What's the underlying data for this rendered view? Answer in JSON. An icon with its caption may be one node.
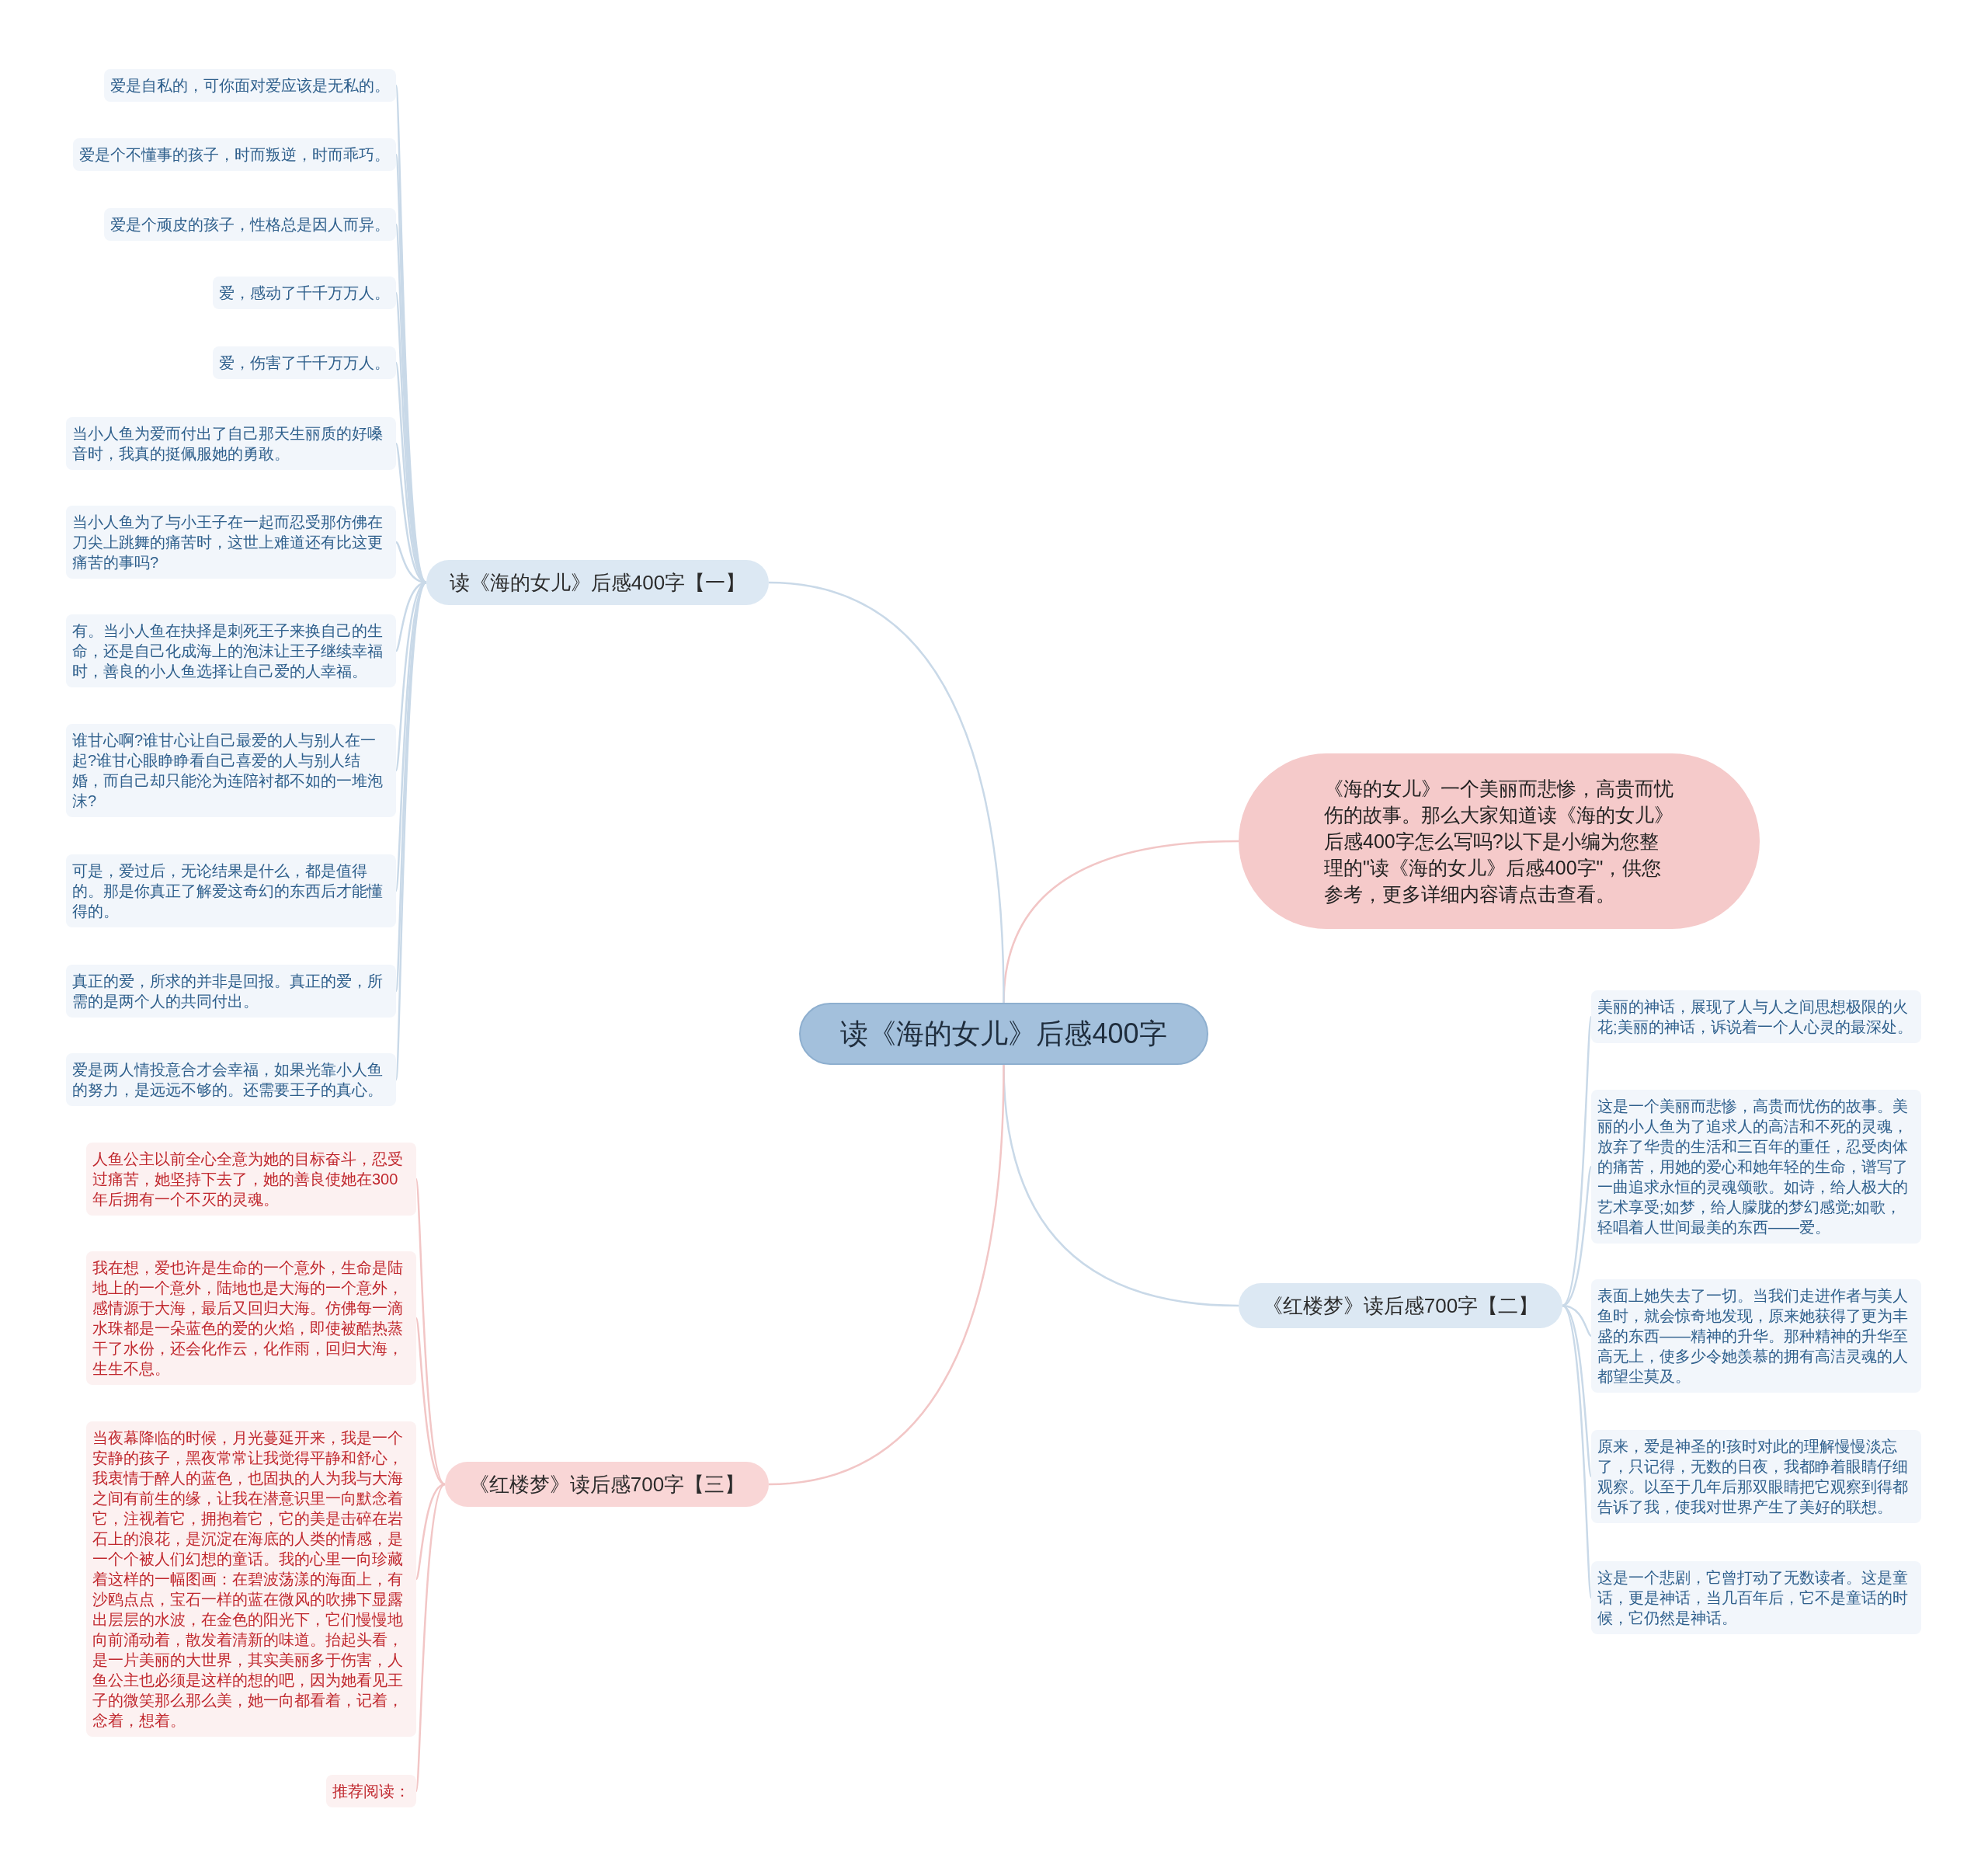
{
  "diagram": {
    "nodes": [
      {
        "text": [
          "读《海的女儿》后感400字"
        ]
      },
      {
        "text": [
          "《海的女儿》一个美丽而悲惨，高贵而忧伤的故事。那么大家知道读《海的女儿》后感400字怎么写吗?以下是小编为您整理的\"读《海的女儿》后感400字\"，供您参考，更多详细内容请点击查看。"
        ]
      },
      {
        "text": [
          "读《海的女儿》后感400字【一】"
        ]
      },
      {
        "text": [
          "爱是自私的，可你面对爱应该是无私的。"
        ]
      },
      {
        "text": [
          "爱是个不懂事的孩子，时而叛逆，时而乖巧。"
        ]
      },
      {
        "text": [
          "爱是个顽皮的孩子，性格总是因人而异。"
        ]
      },
      {
        "text": [
          "爱，感动了千千万万人。"
        ]
      },
      {
        "text": [
          "爱，伤害了千千万万人。"
        ]
      },
      {
        "text": [
          "当小人鱼为爱而付出了自己那天生丽质的好嗓音时，我真的挺佩服她的勇敢。"
        ]
      },
      {
        "text": [
          "当小人鱼为了与小王子在一起而忍受那仿佛在刀尖上跳舞的痛苦时，这世上难道还有比这更痛苦的事吗?"
        ]
      },
      {
        "text": [
          "有。当小人鱼在抉择是刺死王子来换自己的生命，还是自己化成海上的泡沫让王子继续幸福时，善良的小人鱼选择让自己爱的人幸福。"
        ]
      },
      {
        "text": [
          "谁甘心啊?谁甘心让自己最爱的人与别人在一起?谁甘心眼睁睁看自己喜爱的人与别人结婚，而自己却只能沦为连陪衬都不如的一堆泡沫?"
        ]
      },
      {
        "text": [
          "可是，爱过后，无论结果是什么，都是值得的。那是你真正了解爱这奇幻的东西后才能懂得的。"
        ]
      },
      {
        "text": [
          "真正的爱，所求的并非是回报。真正的爱，所需的是两个人的共同付出。"
        ]
      },
      {
        "text": [
          "爱是两人情投意合才会幸福，如果光靠小人鱼的努力，是远远不够的。还需要王子的真心。"
        ]
      },
      {
        "text": [
          "《红楼梦》读后感700字【二】"
        ]
      },
      {
        "text": [
          "美丽的神话，展现了人与人之间思想极限的火花;美丽的神话，诉说着一个人心灵的最深处。"
        ]
      },
      {
        "text": [
          "这是一个美丽而悲惨，高贵而忧伤的故事。美丽的小人鱼为了追求人的高洁和不死的灵魂，放弃了华贵的生活和三百年的重任，忍受肉体的痛苦，用她的爱心和她年轻的生命，谱写了一曲追求永恒的灵魂颂歌。如诗，给人极大的艺术享受;如梦，给人朦胧的梦幻感觉;如歌，轻唱着人世间最美的东西——爱。"
        ]
      },
      {
        "text": [
          "表面上她失去了一切。当我们走进作者与美人鱼时，就会惊奇地发现，原来她获得了更为丰盛的东西——精神的升华。那种精神的升华至高无上，使多少令她羡慕的拥有高洁灵魂的人都望尘莫及。"
        ]
      },
      {
        "text": [
          "原来，爱是神圣的!孩时对此的理解慢慢淡忘了，只记得，无数的日夜，我都睁着眼睛仔细观察。以至于几年后那双眼睛把它观察到得都告诉了我，使我对世界产生了美好的联想。"
        ]
      },
      {
        "text": [
          "这是一个悲剧，它曾打动了无数读者。这是童话，更是神话，当几百年后，它不是童话的时候，它仍然是神话。"
        ]
      },
      {
        "text": [
          "《红楼梦》读后感700字【三】"
        ]
      },
      {
        "text": [
          "人鱼公主以前全心全意为她的目标奋斗，忍受过痛苦，她坚持下去了，她的善良使她在300年后拥有一个不灭的灵魂。"
        ]
      },
      {
        "text": [
          "我在想，爱也许是生命的一个意外，生命是陆地上的一个意外，陆地也是大海的一个意外，感情源于大海，最后又回归大海。仿佛每一滴水珠都是一朵蓝色的爱的火焰，即使被酷热蒸干了水份，还会化作云，化作雨，回归大海，生生不息。"
        ]
      },
      {
        "text": [
          "当夜幕降临的时候，月光蔓延开来，我是一个安静的孩子，黑夜常常让我觉得平静和舒心，我衷情于醉人的蓝色，也固执的人为我与大海之间有前生的缘，让我在潜意识里一向默念着它，注视着它，拥抱着它，它的美是击碎在岩石上的浪花，是沉淀在海底的人类的情感，是一个个被人们幻想的童话。我的心里一向珍藏着这样的一幅图画：在碧波荡漾的海面上，有沙鸥点点，宝石一样的蓝在微风的吹拂下显露出层层的水波，在金色的阳光下，它们慢慢地向前涌动着，散发着清新的味道。抬起头看，是一片美丽的大世界，其实美丽多于伤害，人鱼公主也必须是这样的想的吧，因为她看见王子的微笑那么那么美，她一向都看着，记着，念着，想着。"
        ]
      },
      {
        "text": [
          "推荐阅读："
        ]
      }
    ],
    "edges": [
      {
        "from": 0,
        "to": 1,
        "arrow": "none",
        "color": "#f2c6c6"
      },
      {
        "from": 0,
        "to": 2,
        "arrow": "none"
      },
      {
        "from": 2,
        "to": 3,
        "arrow": "none"
      },
      {
        "from": 2,
        "to": 4,
        "arrow": "none"
      },
      {
        "from": 2,
        "to": 5,
        "arrow": "none"
      },
      {
        "from": 2,
        "to": 6,
        "arrow": "none"
      },
      {
        "from": 2,
        "to": 7,
        "arrow": "none"
      },
      {
        "from": 2,
        "to": 8,
        "arrow": "none"
      },
      {
        "from": 2,
        "to": 9,
        "arrow": "none"
      },
      {
        "from": 2,
        "to": 10,
        "arrow": "none"
      },
      {
        "from": 2,
        "to": 11,
        "arrow": "none"
      },
      {
        "from": 2,
        "to": 12,
        "arrow": "none"
      },
      {
        "from": 2,
        "to": 13,
        "arrow": "none"
      },
      {
        "from": 2,
        "to": 14,
        "arrow": "none"
      },
      {
        "from": 0,
        "to": 15,
        "arrow": "none"
      },
      {
        "from": 15,
        "to": 16,
        "arrow": "none"
      },
      {
        "from": 15,
        "to": 17,
        "arrow": "none"
      },
      {
        "from": 15,
        "to": 18,
        "arrow": "none"
      },
      {
        "from": 15,
        "to": 19,
        "arrow": "none"
      },
      {
        "from": 15,
        "to": 20,
        "arrow": "none"
      },
      {
        "from": 0,
        "to": 21,
        "arrow": "none",
        "color": "#f2c6c6"
      },
      {
        "from": 21,
        "to": 22,
        "arrow": "none",
        "color": "#f2c6c6"
      },
      {
        "from": 21,
        "to": 23,
        "arrow": "none",
        "color": "#f2c6c6"
      },
      {
        "from": 21,
        "to": 24,
        "arrow": "none",
        "color": "#f2c6c6"
      },
      {
        "from": 21,
        "to": 25,
        "arrow": "none",
        "color": "#f2c6c6"
      }
    ]
  }
}
